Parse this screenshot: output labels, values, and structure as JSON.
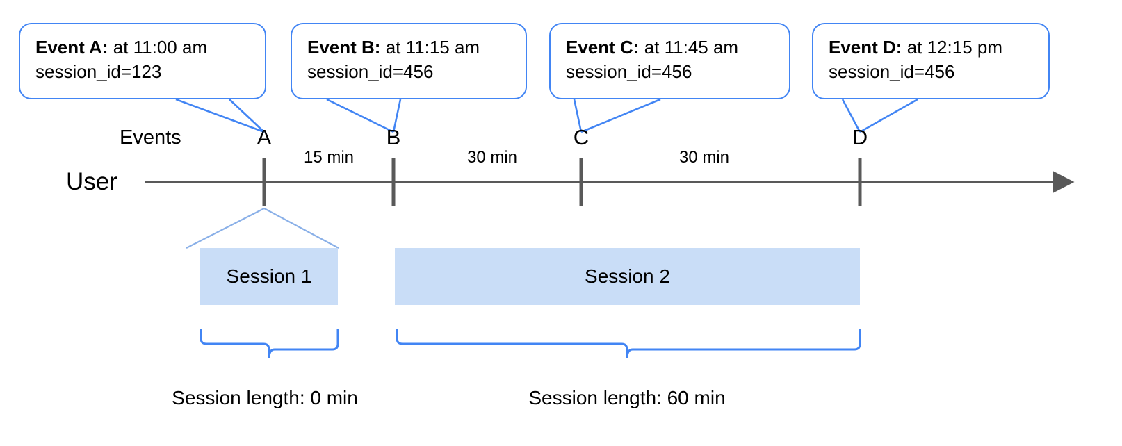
{
  "diagram": {
    "title_row": {
      "events_label": "Events",
      "user_label": "User"
    },
    "callouts": [
      {
        "id": "A",
        "event_label": "Event A:",
        "time_text": " at 11:00 am",
        "session_line": "session_id=123"
      },
      {
        "id": "B",
        "event_label": "Event B:",
        "time_text": " at 11:15 am",
        "session_line": "session_id=456"
      },
      {
        "id": "C",
        "event_label": "Event C:",
        "time_text": " at 11:45 am",
        "session_line": "session_id=456"
      },
      {
        "id": "D",
        "event_label": "Event D:",
        "time_text": " at 12:15 pm",
        "session_line": "session_id=456"
      }
    ],
    "event_markers": [
      {
        "letter": "A"
      },
      {
        "letter": "B"
      },
      {
        "letter": "C"
      },
      {
        "letter": "D"
      }
    ],
    "gap_labels": [
      {
        "text": "15 min"
      },
      {
        "text": "30 min"
      },
      {
        "text": "30 min"
      }
    ],
    "sessions": [
      {
        "name": "Session 1",
        "length_label": "Session length: 0 min"
      },
      {
        "name": "Session 2",
        "length_label": "Session length: 60 min"
      }
    ],
    "colors": {
      "callout_border": "#4285f4",
      "brace": "#4285f4",
      "session_fill": "#c9ddf7",
      "session_connector": "#8ab0e8",
      "axis": "#595959",
      "tick": "#595959",
      "text": "#000000"
    }
  },
  "chart_data": {
    "type": "timeline",
    "title": "User session definition timeline",
    "xlabel": "",
    "ylabel": "",
    "events": [
      {
        "letter": "A",
        "time": "11:00 am",
        "session_id": "123",
        "x_min": 0
      },
      {
        "letter": "B",
        "time": "11:15 am",
        "session_id": "456",
        "x_min": 15
      },
      {
        "letter": "C",
        "time": "11:45 am",
        "session_id": "456",
        "x_min": 45
      },
      {
        "letter": "D",
        "time": "12:15 pm",
        "session_id": "456",
        "x_min": 75
      }
    ],
    "intervals": [
      {
        "from": "A",
        "to": "B",
        "minutes": 15,
        "label": "15 min"
      },
      {
        "from": "B",
        "to": "C",
        "minutes": 30,
        "label": "30 min"
      },
      {
        "from": "C",
        "to": "D",
        "minutes": 30,
        "label": "30 min"
      }
    ],
    "sessions": [
      {
        "name": "Session 1",
        "session_id": "123",
        "events": [
          "A"
        ],
        "length_min": 0,
        "length_label": "Session length: 0 min"
      },
      {
        "name": "Session 2",
        "session_id": "456",
        "events": [
          "B",
          "C",
          "D"
        ],
        "length_min": 60,
        "length_label": "Session length: 60 min"
      }
    ],
    "legend": [],
    "grid": false
  }
}
